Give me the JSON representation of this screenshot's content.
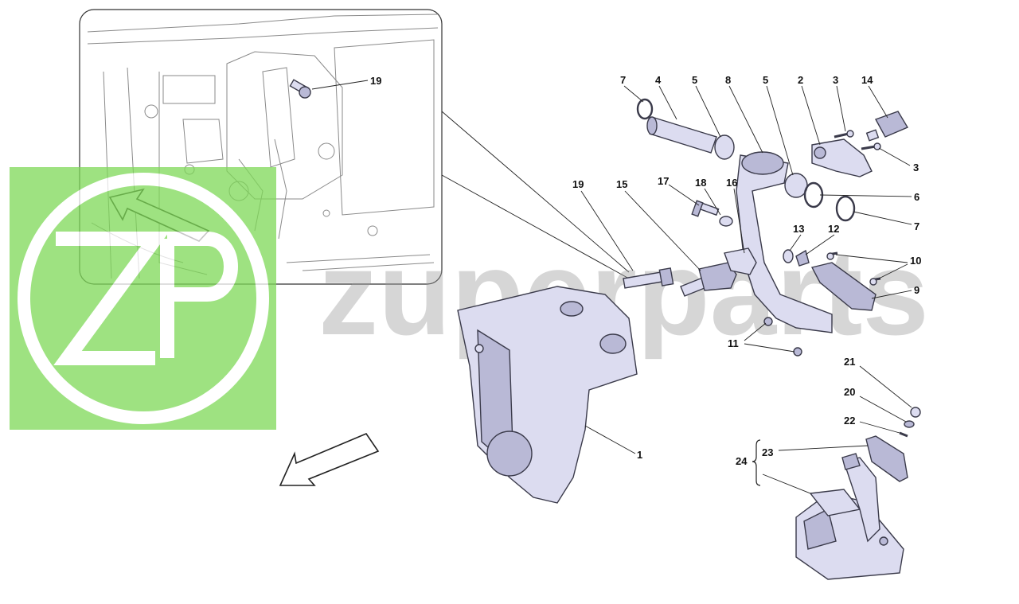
{
  "watermark": {
    "logo_letters": "ZP",
    "brand_text": "zuperparts",
    "logo_color": "#7ed957"
  },
  "inset": {
    "callouts": [
      "19"
    ]
  },
  "callouts": {
    "c7a": "7",
    "c4": "4",
    "c5a": "5",
    "c8": "8",
    "c5b": "5",
    "c2": "2",
    "c3a": "3",
    "c14": "14",
    "c3b": "3",
    "c6": "6",
    "c7b": "7",
    "c19": "19",
    "c15": "15",
    "c17": "17",
    "c18": "18",
    "c16": "16",
    "c13": "13",
    "c12": "12",
    "c10": "10",
    "c9": "9",
    "c11": "11",
    "c1": "1",
    "c21": "21",
    "c20": "20",
    "c22": "22",
    "c23": "23",
    "c24": "24"
  },
  "colors": {
    "part_fill": "#dcdcf0",
    "outline": "#3a3a4a",
    "background": "#ffffff"
  }
}
